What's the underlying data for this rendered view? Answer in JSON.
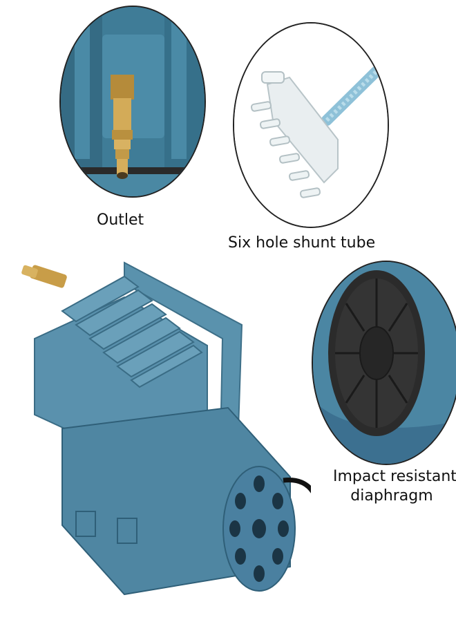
{
  "captions": {
    "outlet": "Outlet",
    "shunt": "Six hole shunt tube",
    "diaphragm_line1": "Impact resistant",
    "diaphragm_line2": "diaphragm"
  },
  "colors": {
    "pump_body": "#4f86a2",
    "pump_dark": "#2f5f78",
    "brass": "#c9a04a",
    "shunt_plastic": "#e8eef0",
    "diaphragm_rubber": "#2a2a2a"
  }
}
